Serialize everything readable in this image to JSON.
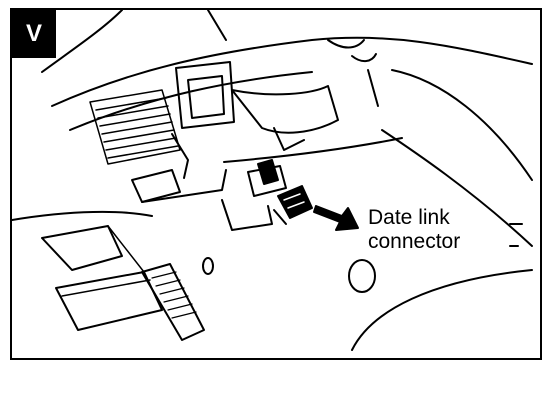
{
  "figure": {
    "step_marker": "V",
    "callout": {
      "line1": "Date link",
      "line2": "connector"
    }
  }
}
